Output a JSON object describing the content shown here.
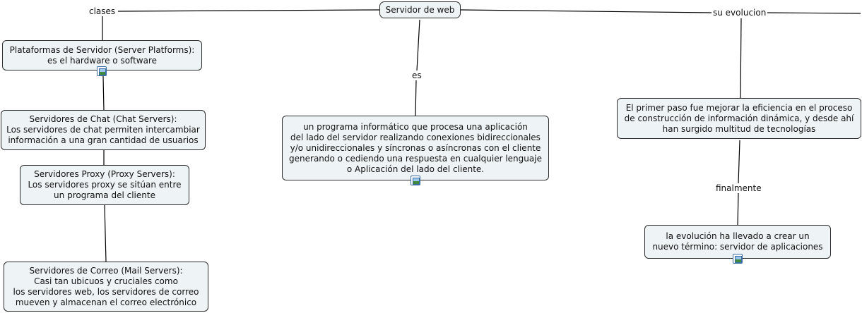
{
  "central": {
    "title": "Servidor de web"
  },
  "links": {
    "clases": "clases",
    "es": "es",
    "su_evolucion": "su evolucion",
    "finalmente": "finalmente"
  },
  "nodes": {
    "plataformas": [
      "Plataformas de Servidor (Server Platforms):",
      "es el hardware o software"
    ],
    "chat": [
      "Servidores de Chat (Chat Servers):",
      "Los servidores de chat permiten intercambiar",
      "información a una gran cantidad de usuarios"
    ],
    "proxy": [
      "Servidores Proxy (Proxy Servers):",
      "Los servidores proxy se sitúan entre",
      "un programa del cliente"
    ],
    "correo": [
      "Servidores de Correo (Mail Servers):",
      "Casi tan ubicuos y cruciales como",
      "los servidores web, los servidores de correo",
      "mueven y almacenan el correo electrónico"
    ],
    "definicion": [
      "un programa informático que procesa una aplicación",
      "del lado del servidor realizando conexiones bidireccionales",
      "y/o unidireccionales y síncronas o asíncronas con el cliente",
      "generando o cediendo una respuesta en cualquier lenguaje",
      "o Aplicación del lado del cliente."
    ],
    "primer_paso": [
      "El primer paso fue mejorar la eficiencia en el proceso",
      "de construcción de información dinámica, y desde ahí",
      "han surgido multitud de tecnologías"
    ],
    "evolucion": [
      "la evolución ha llevado a crear un",
      "nuevo término: servidor de aplicaciones"
    ]
  },
  "icons": [
    "image-resource-icon"
  ],
  "colors": {
    "node_fill": "#eef3f5",
    "border": "#2b2b2b",
    "line": "#000000"
  }
}
